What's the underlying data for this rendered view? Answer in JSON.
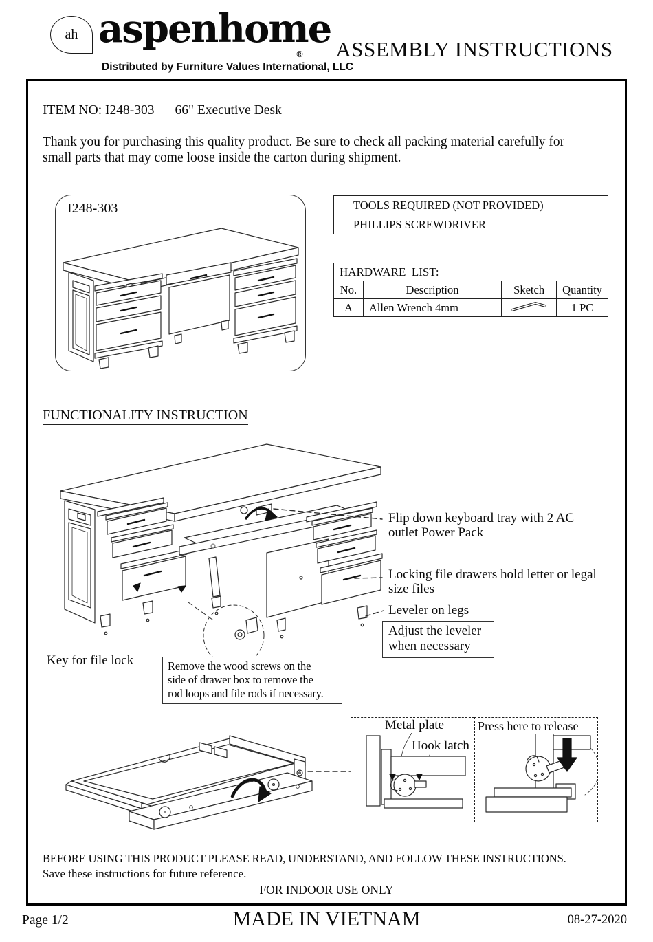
{
  "header": {
    "badge": "ah",
    "brand": "aspenhome",
    "registered": "®",
    "distributor": "Distributed by Furniture Values International, LLC",
    "doc_title": "ASSEMBLY INSTRUCTIONS"
  },
  "item": {
    "label": "ITEM NO: I248-303",
    "name": "66\" Executive Desk"
  },
  "intro_lines": [
    "Thank you for purchasing this quality product. Be sure to check all packing material carefully for",
    "small parts that may come loose inside the carton during shipment."
  ],
  "product_box": {
    "model": "I248-303"
  },
  "tools_table": {
    "header": "TOOLS REQUIRED (NOT PROVIDED)",
    "rows": [
      "PHILLIPS SCREWDRIVER"
    ]
  },
  "hardware_table": {
    "title": "HARDWARE  LIST:",
    "columns": {
      "no": "No.",
      "description": "Description",
      "sketch": "Sketch",
      "quantity": "Quantity"
    },
    "rows": [
      {
        "no": "A",
        "description": "Allen Wrench 4mm",
        "sketch": "allen-wrench",
        "quantity": "1 PC"
      }
    ]
  },
  "functionality": {
    "heading": "FUNCTIONALITY INSTRUCTION",
    "callout_keyboard": [
      "Flip down keyboard tray with 2 AC",
      "outlet Power Pack"
    ],
    "callout_locking": [
      "Locking file drawers hold letter or legal",
      "size files"
    ],
    "callout_leveler": "Leveler on legs",
    "note_adjust": [
      "Adjust the leveler",
      "when necessary"
    ],
    "label_key": "Key for file lock",
    "note_remove": [
      "Remove the wood screws on the",
      "side of drawer box to remove the",
      "rod loops and file rods if necessary."
    ],
    "label_metal_plate": "Metal plate",
    "label_hook_latch": "Hook latch",
    "label_press_release": "Press here to release"
  },
  "notices": {
    "line1": "BEFORE USING THIS PRODUCT PLEASE READ, UNDERSTAND, AND FOLLOW THESE INSTRUCTIONS.",
    "line2": "Save these instructions for future reference.",
    "line3": "FOR INDOOR USE ONLY"
  },
  "footer": {
    "page": "Page 1/2",
    "made_in": "MADE IN VIETNAM",
    "date": "08-27-2020"
  }
}
